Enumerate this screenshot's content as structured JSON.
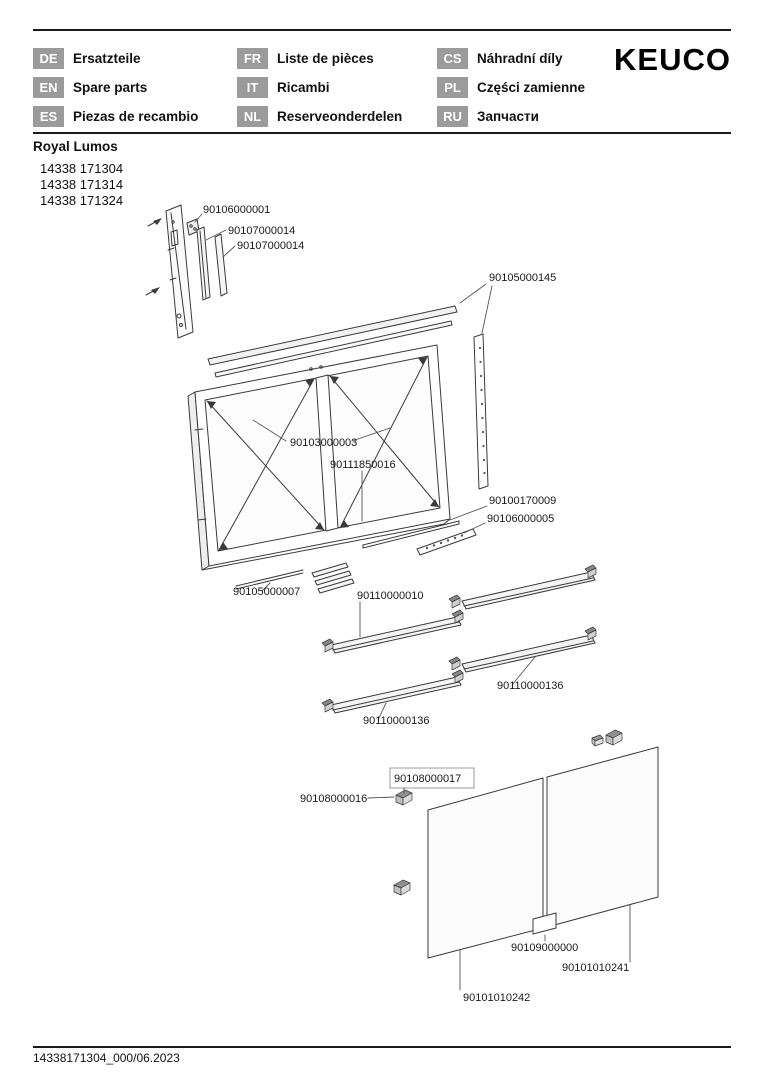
{
  "header": {
    "logo": "KEUCO",
    "columns": [
      {
        "rows": [
          {
            "code": "DE",
            "label": "Ersatzteile"
          },
          {
            "code": "EN",
            "label": "Spare parts"
          },
          {
            "code": "ES",
            "label": "Piezas de recambio"
          }
        ]
      },
      {
        "rows": [
          {
            "code": "FR",
            "label": "Liste de pièces"
          },
          {
            "code": "IT",
            "label": "Ricambi"
          },
          {
            "code": "NL",
            "label": "Reserveonderdelen"
          }
        ]
      },
      {
        "rows": [
          {
            "code": "CS",
            "label": "Náhradní díly"
          },
          {
            "code": "PL",
            "label": "Części zamienne"
          },
          {
            "code": "RU",
            "label": "Запчасти"
          }
        ]
      }
    ]
  },
  "product": {
    "name": "Royal Lumos",
    "variants": [
      "14338 171304",
      "14338 171314",
      "14338 171324"
    ]
  },
  "diagram": {
    "labels": [
      {
        "text": "90106000001"
      },
      {
        "text": "90107000014"
      },
      {
        "text": "90107000014"
      },
      {
        "text": "90105000145"
      },
      {
        "text": "90103000003"
      },
      {
        "text": "90111850016"
      },
      {
        "text": "90100170009"
      },
      {
        "text": "90106000005"
      },
      {
        "text": "90105000007"
      },
      {
        "text": "90110000010"
      },
      {
        "text": "90110000136"
      },
      {
        "text": "90110000136"
      },
      {
        "text": "90108000017"
      },
      {
        "text": "90108000016"
      },
      {
        "text": "90109000000"
      },
      {
        "text": "90101010241"
      },
      {
        "text": "90101010242"
      }
    ]
  },
  "footer": {
    "doc_id": "14338171304_000/06.2023"
  },
  "colors": {
    "badge_bg": "#9b9b9b",
    "line": "#3a3a3a",
    "text": "#111111"
  }
}
